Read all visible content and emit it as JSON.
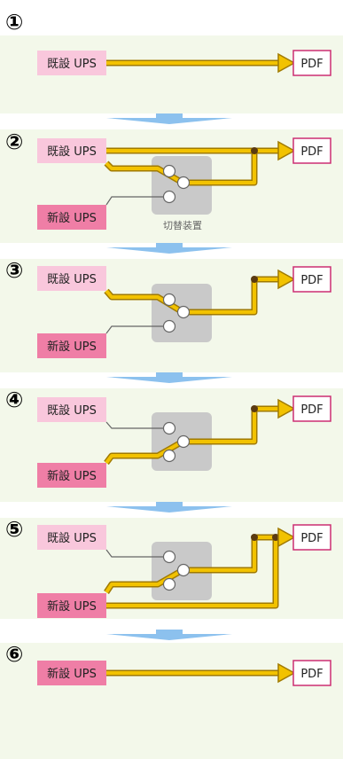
{
  "theme": {
    "panel_bg": "#f3f8ea",
    "power_line": "#f2c200",
    "power_line_edge": "#a07a00",
    "signal_line": "#666666",
    "node_dark": "#5a3a10",
    "switch_box": "#c9c9c9",
    "old_ups_bg": "#f9c7dc",
    "new_ups_bg": "#ef7ea6",
    "pdf_border": "#cc2e72",
    "arrow": "#8cc1ee"
  },
  "labels": {
    "old_ups": "既設 UPS",
    "new_ups": "新設 UPS",
    "pdf": "PDF",
    "switch_caption": "切替装置"
  },
  "steps": [
    {
      "num": "①"
    },
    {
      "num": "②"
    },
    {
      "num": "③"
    },
    {
      "num": "④"
    },
    {
      "num": "⑤"
    },
    {
      "num": "⑥"
    }
  ]
}
